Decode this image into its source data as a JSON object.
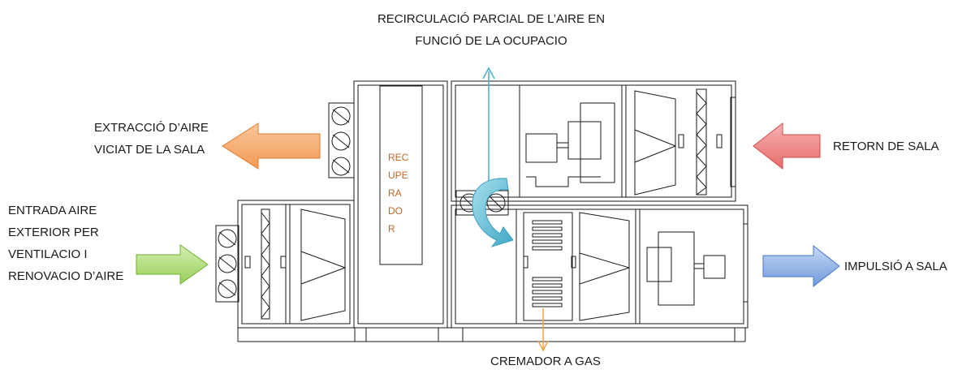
{
  "labels": {
    "recirculation_line1": "RECIRCULACIÓ PARCIAL DE L’AIRE EN",
    "recirculation_line2": "FUNCIÓ DE LA OCUPACIO",
    "extraction_line1": "EXTRACCIÓ D’AIRE",
    "extraction_line2": "VICIAT DE LA SALA",
    "return_label": "RETORN DE SALA",
    "intake_line1": "ENTRADA AIRE",
    "intake_line2": "EXTERIOR PER",
    "intake_line3": "VENTILACIO I",
    "intake_line4": "RENOVACIO D’AIRE",
    "supply_label": "IMPULSIÓ A SALA",
    "burner_label": "CREMADOR A GAS"
  },
  "recuperator_text": [
    "REC",
    "UPE",
    "RA",
    "DO",
    "R"
  ],
  "colors": {
    "extraction_arrow": "#f5a263",
    "return_arrow": "#ef7b7b",
    "intake_arrow": "#a6d86a",
    "supply_arrow": "#7ea6e0",
    "recirculation_arrow": "#5bb8d0",
    "burner_arrow": "#f0a040",
    "recuperator_text": "#c0672a",
    "outline": "#1a1a1a"
  }
}
